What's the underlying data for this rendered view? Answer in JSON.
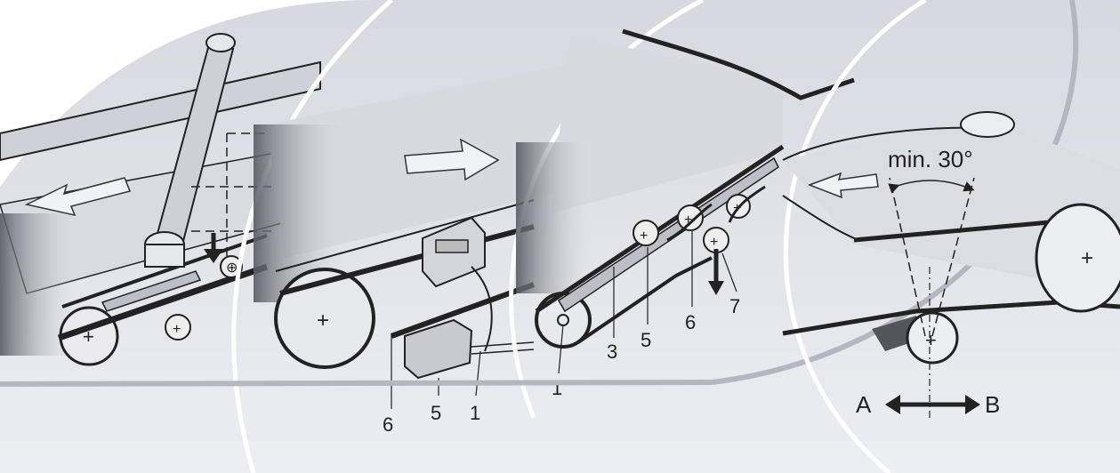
{
  "colors": {
    "panel_bg": "#e6e7ec",
    "panel_shadow": "#b9bac2",
    "belt": "#2a2a2e",
    "ink": "#222222",
    "outline": "#ffffff"
  },
  "panel1": {
    "direction": "left",
    "icons": [
      "conveyor-belt",
      "swing-arm-idler",
      "tension-roller"
    ]
  },
  "panel2": {
    "direction": "right",
    "labels": {
      "a": "6",
      "b": "5",
      "c": "1"
    }
  },
  "panel3": {
    "labels": {
      "a": "1",
      "b": "3",
      "c": "5",
      "d": "6",
      "e": "7"
    }
  },
  "panel4": {
    "direction": "left",
    "angle_label": "min. 30°",
    "label_a": "A",
    "label_b": "B"
  }
}
